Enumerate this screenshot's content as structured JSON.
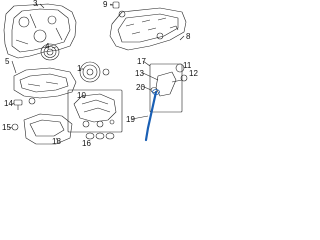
{
  "callouts": {
    "c1": "1",
    "c3": "3",
    "c4": "4",
    "c5": "5",
    "c8": "8",
    "c9": "9",
    "c10": "10",
    "c11": "11",
    "c12": "12",
    "c13": "13",
    "c14": "14",
    "c15": "15",
    "c16": "16",
    "c17": "17",
    "c18": "18",
    "c19": "19",
    "c20": "20"
  },
  "colors": {
    "line": "#222222",
    "highlight": "#1a5fb4",
    "background": "#ffffff"
  },
  "parts": [
    "timing-cover",
    "crankshaft-seal",
    "valve-cover",
    "cover-bolt",
    "crankshaft-pulley",
    "oil-pan-upper",
    "drain-plug",
    "oil-filter-housing",
    "oil-filter",
    "oil-pressure-sensor",
    "oil-pan-lower",
    "gasket-set",
    "dipstick-tube",
    "dipstick-gasket"
  ]
}
